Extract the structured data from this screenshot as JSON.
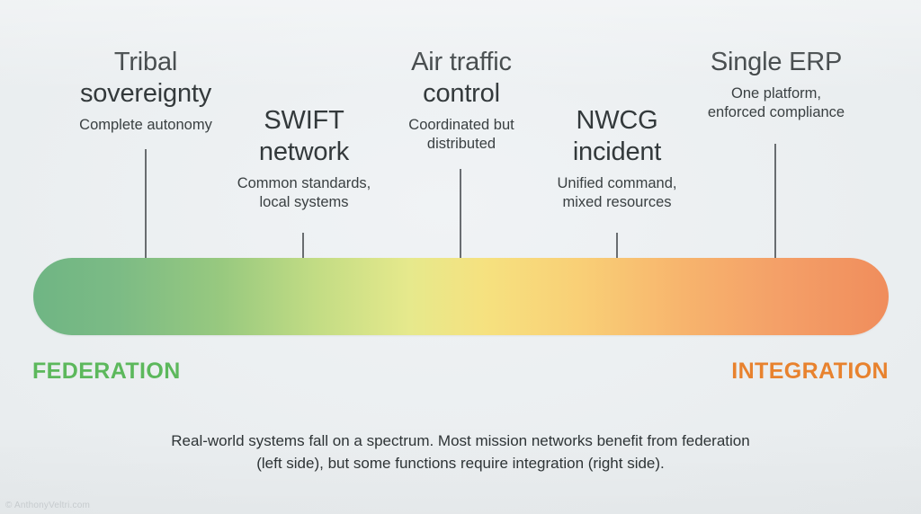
{
  "chart_data": {
    "type": "bar",
    "title": "",
    "subtitle": "",
    "xlabel": "",
    "ylabel": "",
    "grid": false,
    "legend_position": "none",
    "axis_label_left": "FEDERATION",
    "axis_label_right": "INTEGRATION",
    "axis_label_left_color": "#5cb85c",
    "axis_label_right_color": "#e8822e",
    "gradient_stops": [
      {
        "pos": 0,
        "color": "#6fb584"
      },
      {
        "pos": 22,
        "color": "#98c97f"
      },
      {
        "pos": 44,
        "color": "#e6e98c"
      },
      {
        "pos": 53,
        "color": "#f6e17f"
      },
      {
        "pos": 76,
        "color": "#f7b46d"
      },
      {
        "pos": 100,
        "color": "#f08d5c"
      }
    ],
    "categories": [
      "Tribal sovereignty",
      "SWIFT network",
      "Air traffic control",
      "NWCG incident",
      "Single ERP"
    ],
    "values": [
      8,
      26,
      45,
      63,
      82
    ],
    "xlim": [
      0,
      100
    ],
    "annotations": [
      "Complete autonomy",
      "Common standards, local systems",
      "Coordinated but distributed",
      "Unified command, mixed resources",
      "One platform, enforced compliance"
    ]
  },
  "markers": [
    {
      "title": "Tribal\nsovereignty",
      "subtitle": "Complete autonomy"
    },
    {
      "title": "SWIFT\nnetwork",
      "subtitle": "Common standards,\nlocal systems"
    },
    {
      "title": "Air traffic\ncontrol",
      "subtitle": "Coordinated but\ndistributed"
    },
    {
      "title": "NWCG\nincident",
      "subtitle": "Unified command,\nmixed resources"
    },
    {
      "title": "Single ERP",
      "subtitle": "One platform,\nenforced compliance"
    }
  ],
  "endpoints": {
    "left": "FEDERATION",
    "right": "INTEGRATION"
  },
  "caption": {
    "text": "Real-world systems fall on a spectrum. Most mission networks benefit from federation\n(left side), but some functions require integration (right side)."
  },
  "watermark": {
    "text": "© AnthonyVeltri.com"
  }
}
